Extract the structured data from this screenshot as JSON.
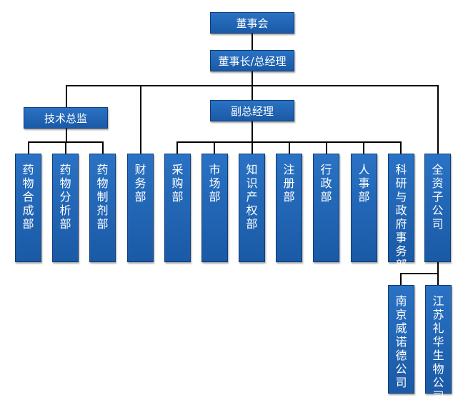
{
  "org": {
    "board": "董事会",
    "chairman": "董事长/总经理",
    "tech_director": "技术总监",
    "vice_gm": "副总经理",
    "tech_depts": [
      "药物合成部",
      "药物分析部",
      "药物制剂部"
    ],
    "finance": "财务部",
    "vice_depts": [
      "采购部",
      "市场部",
      "知识产权部",
      "注册部",
      "行政部",
      "人事部",
      "科研与政府事务部"
    ],
    "subsidiary": "全资子公司",
    "subsidiaries": [
      "南京威诺德公司",
      "江苏礼华生物公司"
    ]
  },
  "colors": {
    "box_fill": "#1f63b2",
    "box_border": "#0f3d78",
    "line": "#000000",
    "text": "#ffffff"
  }
}
